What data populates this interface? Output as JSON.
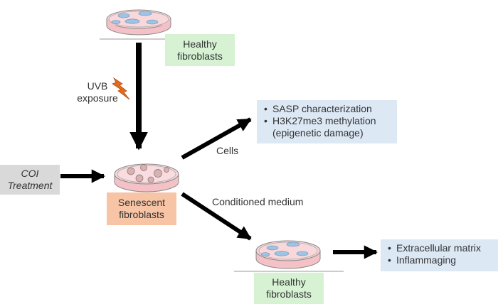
{
  "nodes": {
    "healthy_top": [
      "Healthy",
      "fibroblasts"
    ],
    "coi_treatment": [
      "COI",
      "Treatment"
    ],
    "senescent": [
      "Senescent",
      "fibroblasts"
    ],
    "healthy_bottom": [
      "Healthy",
      "fibroblasts"
    ]
  },
  "edge_labels": {
    "uvb": [
      "UVB",
      "exposure"
    ],
    "cells": "Cells",
    "conditioned_medium": "Conditioned medium"
  },
  "results": {
    "senescent_cells": [
      "SASP characterization",
      "H3K27me3 methylation (epigenetic damage)"
    ],
    "healthy_after_medium": [
      "Extracellular matrix",
      "Inflammaging"
    ]
  },
  "colors": {
    "healthy": "#d6f2d3",
    "senescent": "#f8c4a6",
    "treatment": "#d9d9d9",
    "results": "#dde8f5",
    "arrow": "#000000",
    "lightning": "#e36b1e",
    "dish_medium": "#f4c6c9"
  },
  "icons": [
    "petri-dish-healthy-icon",
    "petri-dish-senescent-icon",
    "lightning-icon"
  ]
}
